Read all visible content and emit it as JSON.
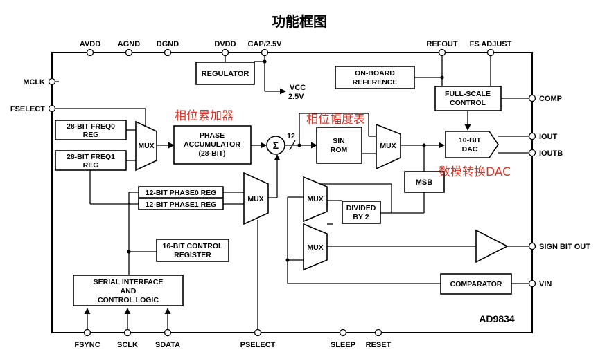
{
  "title": "功能框图",
  "chip_name": "AD9834",
  "pins": {
    "avdd": "AVDD",
    "agnd": "AGND",
    "dgnd": "DGND",
    "dvdd": "DVDD",
    "cap": "CAP/2.5V",
    "refout": "REFOUT",
    "fs_adjust": "FS ADJUST",
    "mclk": "MCLK",
    "fselect": "FSELECT",
    "comp": "COMP",
    "iout": "IOUT",
    "ioutb": "IOUTB",
    "sign_bit_out": "SIGN BIT OUT",
    "vin": "VIN",
    "fsync": "FSYNC",
    "sclk": "SCLK",
    "sdata": "SDATA",
    "pselect": "PSELECT",
    "sleep": "SLEEP",
    "reset": "RESET"
  },
  "vcc": {
    "line1": "VCC",
    "line2": "2.5V"
  },
  "blocks": {
    "regulator": "REGULATOR",
    "onboard_ref": {
      "line1": "ON-BOARD",
      "line2": "REFERENCE"
    },
    "full_scale": {
      "line1": "FULL-SCALE",
      "line2": "CONTROL"
    },
    "freq0": {
      "line1": "28-BIT FREQ0",
      "line2": "REG"
    },
    "freq1": {
      "line1": "28-BIT FREQ1",
      "line2": "REG"
    },
    "phase_acc": {
      "line1": "PHASE",
      "line2": "ACCUMULATOR",
      "line3": "(28-BIT)"
    },
    "sin_rom": {
      "line1": "SIN",
      "line2": "ROM"
    },
    "dac": {
      "line1": "10-BIT",
      "line2": "DAC"
    },
    "msb": "MSB",
    "phase0": "12-BIT PHASE0 REG",
    "phase1": "12-BIT PHASE1 REG",
    "control_reg": {
      "line1": "16-BIT CONTROL",
      "line2": "REGISTER"
    },
    "divided": {
      "line1": "DIVIDED",
      "line2": "BY 2"
    },
    "serial": {
      "line1": "SERIAL INTERFACE",
      "line2": "AND",
      "line3": "CONTROL LOGIC"
    },
    "comparator": "COMPARATOR",
    "mux": "MUX",
    "sigma": "Σ",
    "bus_width": "12"
  },
  "annotations": {
    "phase_acc_cn": "相位累加器",
    "rom_cn": "相位幅度表",
    "dac_cn": "数模转换DAC"
  }
}
